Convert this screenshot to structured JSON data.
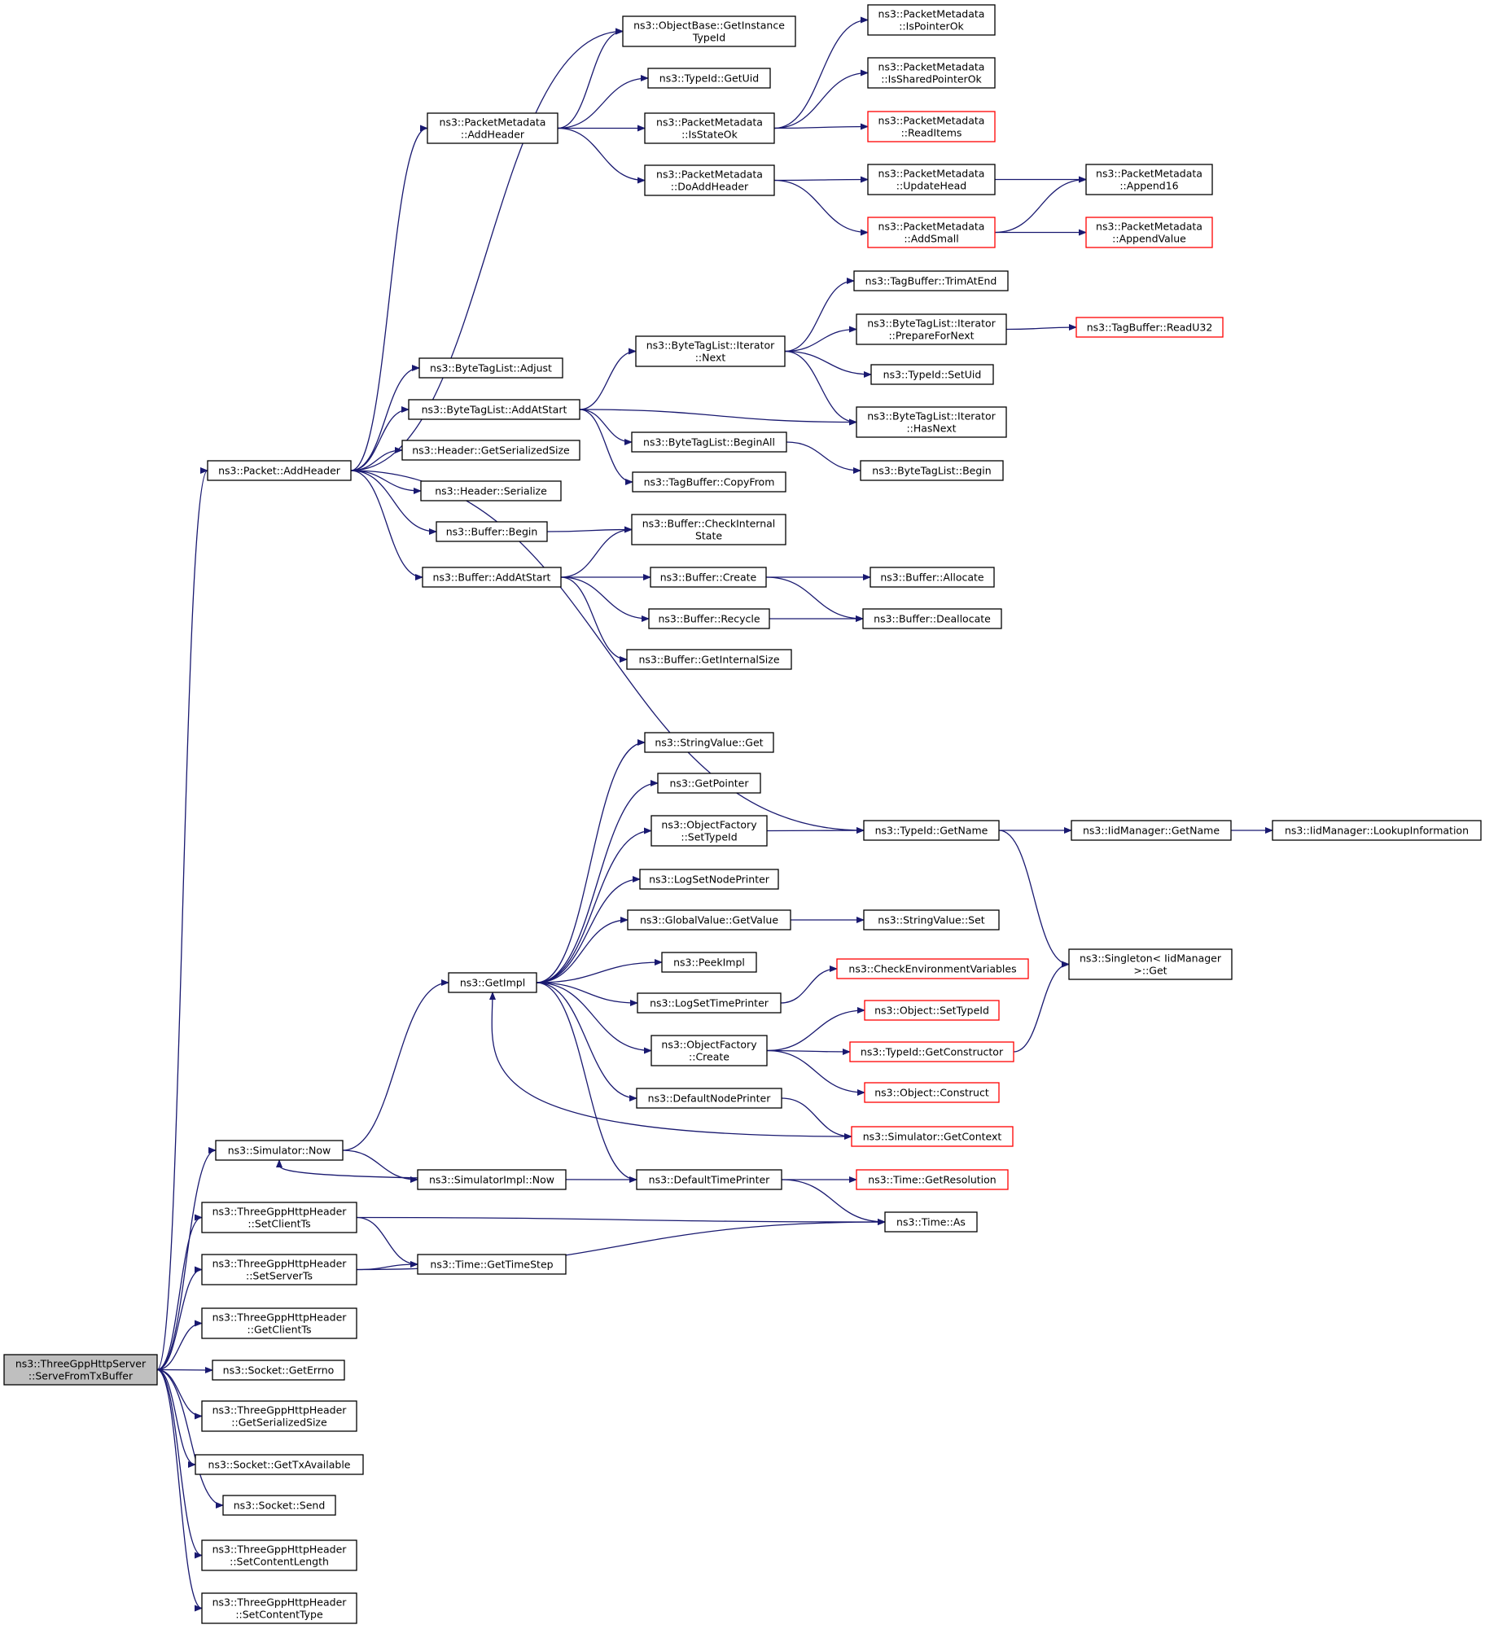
{
  "colors": {
    "edge": "#191970",
    "node_border": "#000000",
    "incomplete_border": "#ff0000",
    "root_fill": "#bfbfbf"
  },
  "nodes": [
    {
      "id": "root",
      "lines": [
        "ns3::ThreeGppHttpServer",
        "::ServeFromTxBuffer"
      ],
      "root": true
    },
    {
      "id": "pkt_addheader",
      "lines": [
        "ns3::Packet::AddHeader"
      ]
    },
    {
      "id": "pm_addheader",
      "lines": [
        "ns3::PacketMetadata",
        "::AddHeader"
      ]
    },
    {
      "id": "objbase_getinst",
      "lines": [
        "ns3::ObjectBase::GetInstance",
        "TypeId"
      ]
    },
    {
      "id": "typeid_getuid",
      "lines": [
        "ns3::TypeId::GetUid"
      ]
    },
    {
      "id": "pm_isstateok",
      "lines": [
        "ns3::PacketMetadata",
        "::IsStateOk"
      ]
    },
    {
      "id": "pm_doaddheader",
      "lines": [
        "ns3::PacketMetadata",
        "::DoAddHeader"
      ]
    },
    {
      "id": "pm_ispointerok",
      "lines": [
        "ns3::PacketMetadata",
        "::IsPointerOk"
      ]
    },
    {
      "id": "pm_issharedptrok",
      "lines": [
        "ns3::PacketMetadata",
        "::IsSharedPointerOk"
      ]
    },
    {
      "id": "pm_readitems",
      "lines": [
        "ns3::PacketMetadata",
        "::ReadItems"
      ],
      "red": true
    },
    {
      "id": "pm_updatehead",
      "lines": [
        "ns3::PacketMetadata",
        "::UpdateHead"
      ]
    },
    {
      "id": "pm_addsmall",
      "lines": [
        "ns3::PacketMetadata",
        "::AddSmall"
      ],
      "red": true
    },
    {
      "id": "pm_append16",
      "lines": [
        "ns3::PacketMetadata",
        "::Append16"
      ]
    },
    {
      "id": "pm_appendvalue",
      "lines": [
        "ns3::PacketMetadata",
        "::AppendValue"
      ],
      "red": true
    },
    {
      "id": "tb_trimatend",
      "lines": [
        "ns3::TagBuffer::TrimAtEnd"
      ]
    },
    {
      "id": "btl_it_prepare",
      "lines": [
        "ns3::ByteTagList::Iterator",
        "::PrepareForNext"
      ]
    },
    {
      "id": "tb_readu32",
      "lines": [
        "ns3::TagBuffer::ReadU32"
      ],
      "red": true
    },
    {
      "id": "btl_it_next",
      "lines": [
        "ns3::ByteTagList::Iterator",
        "::Next"
      ]
    },
    {
      "id": "typeid_setuid",
      "lines": [
        "ns3::TypeId::SetUid"
      ]
    },
    {
      "id": "btl_adjust",
      "lines": [
        "ns3::ByteTagList::Adjust"
      ]
    },
    {
      "id": "btl_addatstart",
      "lines": [
        "ns3::ByteTagList::AddAtStart"
      ]
    },
    {
      "id": "btl_it_hasnext",
      "lines": [
        "ns3::ByteTagList::Iterator",
        "::HasNext"
      ]
    },
    {
      "id": "btl_beginall",
      "lines": [
        "ns3::ByteTagList::BeginAll"
      ]
    },
    {
      "id": "btl_begin",
      "lines": [
        "ns3::ByteTagList::Begin"
      ]
    },
    {
      "id": "hdr_getsersize",
      "lines": [
        "ns3::Header::GetSerializedSize"
      ]
    },
    {
      "id": "tb_copyfrom",
      "lines": [
        "ns3::TagBuffer::CopyFrom"
      ]
    },
    {
      "id": "hdr_serialize",
      "lines": [
        "ns3::Header::Serialize"
      ]
    },
    {
      "id": "buf_begin",
      "lines": [
        "ns3::Buffer::Begin"
      ]
    },
    {
      "id": "buf_checkinternal",
      "lines": [
        "ns3::Buffer::CheckInternal",
        "State"
      ]
    },
    {
      "id": "buf_addatstart",
      "lines": [
        "ns3::Buffer::AddAtStart"
      ]
    },
    {
      "id": "buf_create",
      "lines": [
        "ns3::Buffer::Create"
      ]
    },
    {
      "id": "buf_allocate",
      "lines": [
        "ns3::Buffer::Allocate"
      ]
    },
    {
      "id": "buf_recycle",
      "lines": [
        "ns3::Buffer::Recycle"
      ]
    },
    {
      "id": "buf_deallocate",
      "lines": [
        "ns3::Buffer::Deallocate"
      ]
    },
    {
      "id": "buf_getinternalsize",
      "lines": [
        "ns3::Buffer::GetInternalSize"
      ]
    },
    {
      "id": "sv_get",
      "lines": [
        "ns3::StringValue::Get"
      ]
    },
    {
      "id": "getpointer",
      "lines": [
        "ns3::GetPointer"
      ]
    },
    {
      "id": "of_settypeid",
      "lines": [
        "ns3::ObjectFactory",
        "::SetTypeId"
      ]
    },
    {
      "id": "typeid_getname",
      "lines": [
        "ns3::TypeId::GetName"
      ]
    },
    {
      "id": "iid_getname",
      "lines": [
        "ns3::IidManager::GetName"
      ]
    },
    {
      "id": "iid_lookup",
      "lines": [
        "ns3::IidManager::LookupInformation"
      ]
    },
    {
      "id": "logsetnodeprinter",
      "lines": [
        "ns3::LogSetNodePrinter"
      ]
    },
    {
      "id": "gv_getvalue",
      "lines": [
        "ns3::GlobalValue::GetValue"
      ]
    },
    {
      "id": "sv_set",
      "lines": [
        "ns3::StringValue::Set"
      ]
    },
    {
      "id": "singleton_get",
      "lines": [
        "ns3::Singleton< IidManager",
        " >::Get"
      ]
    },
    {
      "id": "peekimpl",
      "lines": [
        "ns3::PeekImpl"
      ]
    },
    {
      "id": "getimpl",
      "lines": [
        "ns3::GetImpl"
      ]
    },
    {
      "id": "checkenv",
      "lines": [
        "ns3::CheckEnvironmentVariables"
      ],
      "red": true
    },
    {
      "id": "logsettimeprinter",
      "lines": [
        "ns3::LogSetTimePrinter"
      ]
    },
    {
      "id": "obj_settypeid",
      "lines": [
        "ns3::Object::SetTypeId"
      ],
      "red": true
    },
    {
      "id": "of_create",
      "lines": [
        "ns3::ObjectFactory",
        "::Create"
      ]
    },
    {
      "id": "typeid_getctor",
      "lines": [
        "ns3::TypeId::GetConstructor"
      ],
      "red": true
    },
    {
      "id": "obj_construct",
      "lines": [
        "ns3::Object::Construct"
      ],
      "red": true
    },
    {
      "id": "defnodeprinter",
      "lines": [
        "ns3::DefaultNodePrinter"
      ]
    },
    {
      "id": "sim_getcontext",
      "lines": [
        "ns3::Simulator::GetContext"
      ],
      "red": true
    },
    {
      "id": "sim_now",
      "lines": [
        "ns3::Simulator::Now"
      ]
    },
    {
      "id": "simimpl_now",
      "lines": [
        "ns3::SimulatorImpl::Now"
      ]
    },
    {
      "id": "deftimeprinter",
      "lines": [
        "ns3::DefaultTimePrinter"
      ]
    },
    {
      "id": "time_getres",
      "lines": [
        "ns3::Time::GetResolution"
      ],
      "red": true
    },
    {
      "id": "h_setclientts",
      "lines": [
        "ns3::ThreeGppHttpHeader",
        "::SetClientTs"
      ]
    },
    {
      "id": "time_as",
      "lines": [
        "ns3::Time::As"
      ]
    },
    {
      "id": "h_setserverts",
      "lines": [
        "ns3::ThreeGppHttpHeader",
        "::SetServerTs"
      ]
    },
    {
      "id": "time_gettimestep",
      "lines": [
        "ns3::Time::GetTimeStep"
      ]
    },
    {
      "id": "h_getclientts",
      "lines": [
        "ns3::ThreeGppHttpHeader",
        "::GetClientTs"
      ]
    },
    {
      "id": "sock_geterrno",
      "lines": [
        "ns3::Socket::GetErrno"
      ]
    },
    {
      "id": "h_getsersize",
      "lines": [
        "ns3::ThreeGppHttpHeader",
        "::GetSerializedSize"
      ]
    },
    {
      "id": "sock_gettxavail",
      "lines": [
        "ns3::Socket::GetTxAvailable"
      ]
    },
    {
      "id": "sock_send",
      "lines": [
        "ns3::Socket::Send"
      ]
    },
    {
      "id": "h_setcontentlen",
      "lines": [
        "ns3::ThreeGppHttpHeader",
        "::SetContentLength"
      ]
    },
    {
      "id": "h_setcontenttype",
      "lines": [
        "ns3::ThreeGppHttpHeader",
        "::SetContentType"
      ]
    }
  ],
  "edges": [
    [
      "root",
      "pkt_addheader"
    ],
    [
      "root",
      "sim_now"
    ],
    [
      "root",
      "h_setclientts"
    ],
    [
      "root",
      "h_setserverts"
    ],
    [
      "root",
      "h_getclientts"
    ],
    [
      "root",
      "sock_geterrno"
    ],
    [
      "root",
      "h_getsersize"
    ],
    [
      "root",
      "sock_gettxavail"
    ],
    [
      "root",
      "sock_send"
    ],
    [
      "root",
      "h_setcontentlen"
    ],
    [
      "root",
      "h_setcontenttype"
    ],
    [
      "pkt_addheader",
      "objbase_getinst"
    ],
    [
      "pkt_addheader",
      "pm_addheader"
    ],
    [
      "pkt_addheader",
      "btl_adjust"
    ],
    [
      "pkt_addheader",
      "btl_addatstart"
    ],
    [
      "pkt_addheader",
      "hdr_getsersize"
    ],
    [
      "pkt_addheader",
      "hdr_serialize"
    ],
    [
      "pkt_addheader",
      "buf_begin"
    ],
    [
      "pkt_addheader",
      "buf_addatstart"
    ],
    [
      "pkt_addheader",
      "typeid_getname"
    ],
    [
      "pm_addheader",
      "objbase_getinst"
    ],
    [
      "pm_addheader",
      "typeid_getuid"
    ],
    [
      "pm_addheader",
      "pm_isstateok"
    ],
    [
      "pm_addheader",
      "pm_doaddheader"
    ],
    [
      "pm_isstateok",
      "pm_ispointerok"
    ],
    [
      "pm_isstateok",
      "pm_issharedptrok"
    ],
    [
      "pm_isstateok",
      "pm_readitems"
    ],
    [
      "pm_doaddheader",
      "pm_updatehead"
    ],
    [
      "pm_doaddheader",
      "pm_addsmall"
    ],
    [
      "pm_updatehead",
      "pm_append16"
    ],
    [
      "pm_addsmall",
      "pm_append16"
    ],
    [
      "pm_addsmall",
      "pm_appendvalue"
    ],
    [
      "btl_addatstart",
      "btl_it_next"
    ],
    [
      "btl_addatstart",
      "btl_it_hasnext"
    ],
    [
      "btl_addatstart",
      "btl_beginall"
    ],
    [
      "btl_addatstart",
      "tb_copyfrom"
    ],
    [
      "btl_it_next",
      "tb_trimatend"
    ],
    [
      "btl_it_next",
      "btl_it_prepare"
    ],
    [
      "btl_it_next",
      "typeid_setuid"
    ],
    [
      "btl_it_next",
      "btl_it_hasnext"
    ],
    [
      "btl_it_prepare",
      "tb_readu32"
    ],
    [
      "btl_beginall",
      "btl_begin"
    ],
    [
      "buf_begin",
      "buf_checkinternal"
    ],
    [
      "buf_addatstart",
      "buf_checkinternal"
    ],
    [
      "buf_addatstart",
      "buf_create"
    ],
    [
      "buf_addatstart",
      "buf_recycle"
    ],
    [
      "buf_addatstart",
      "buf_getinternalsize"
    ],
    [
      "buf_create",
      "buf_allocate"
    ],
    [
      "buf_create",
      "buf_deallocate"
    ],
    [
      "buf_recycle",
      "buf_deallocate"
    ],
    [
      "typeid_getname",
      "iid_getname"
    ],
    [
      "typeid_getname",
      "singleton_get"
    ],
    [
      "iid_getname",
      "iid_lookup"
    ],
    [
      "of_settypeid",
      "typeid_getname"
    ],
    [
      "gv_getvalue",
      "sv_set"
    ],
    [
      "getimpl",
      "sv_get"
    ],
    [
      "getimpl",
      "getpointer"
    ],
    [
      "getimpl",
      "of_settypeid"
    ],
    [
      "getimpl",
      "logsetnodeprinter"
    ],
    [
      "getimpl",
      "gv_getvalue"
    ],
    [
      "getimpl",
      "peekimpl"
    ],
    [
      "getimpl",
      "logsettimeprinter"
    ],
    [
      "getimpl",
      "of_create"
    ],
    [
      "getimpl",
      "defnodeprinter"
    ],
    [
      "getimpl",
      "deftimeprinter"
    ],
    [
      "logsettimeprinter",
      "checkenv"
    ],
    [
      "of_create",
      "obj_settypeid"
    ],
    [
      "of_create",
      "typeid_getctor"
    ],
    [
      "of_create",
      "obj_construct"
    ],
    [
      "typeid_getctor",
      "singleton_get"
    ],
    [
      "defnodeprinter",
      "sim_getcontext"
    ],
    [
      "sim_getcontext",
      "getimpl"
    ],
    [
      "sim_now",
      "getimpl"
    ],
    [
      "sim_now",
      "simimpl_now"
    ],
    [
      "deftimeprinter",
      "sim_now"
    ],
    [
      "deftimeprinter",
      "time_getres"
    ],
    [
      "deftimeprinter",
      "time_as"
    ],
    [
      "h_setclientts",
      "time_as"
    ],
    [
      "h_setclientts",
      "time_gettimestep"
    ],
    [
      "h_setserverts",
      "time_gettimestep"
    ],
    [
      "h_setserverts",
      "time_as"
    ]
  ]
}
